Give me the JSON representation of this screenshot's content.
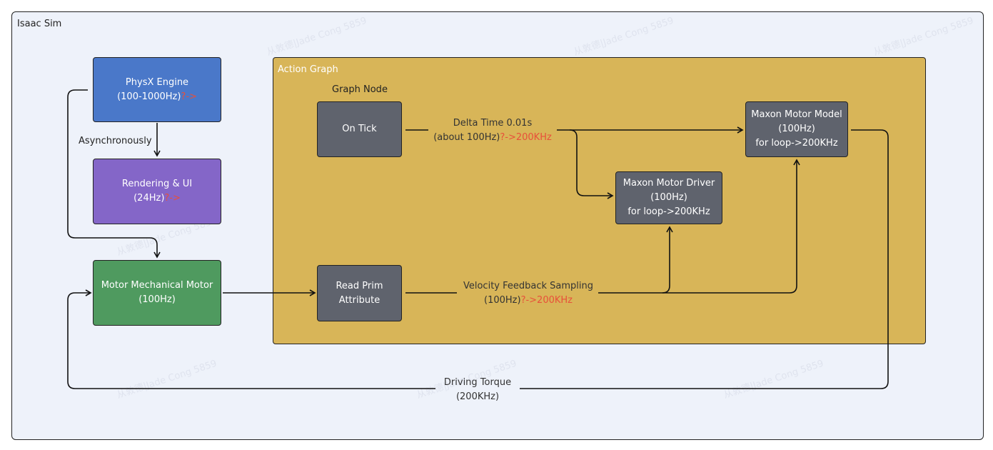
{
  "container": {
    "title": "Isaac Sim"
  },
  "action_graph": {
    "title": "Action Graph",
    "graph_node_label": "Graph Node"
  },
  "nodes": {
    "physx": {
      "line1": "PhysX Engine",
      "line2": "(100-1000Hz)",
      "suffix": "?->",
      "color": "#4a78c9"
    },
    "rendering": {
      "line1": "Rendering & UI",
      "line2": "(24Hz)",
      "suffix": "?->",
      "color": "#8466c8"
    },
    "motor": {
      "line1": "Motor Mechanical Motor",
      "line2": "(100Hz)",
      "color": "#4f9a5f"
    },
    "on_tick": {
      "line1": "On Tick"
    },
    "read_prim": {
      "line1": "Read Prim",
      "line2": "Attribute"
    },
    "driver": {
      "line1": "Maxon Motor Driver",
      "line2": "(100Hz)",
      "line3": "for loop->200KHz"
    },
    "model": {
      "line1": "Maxon Motor Model",
      "line2": "(100Hz)",
      "line3": "for loop->200KHz"
    }
  },
  "edges": {
    "async": {
      "label": "Asynchronously"
    },
    "delta": {
      "line1": "Delta Time 0.01s",
      "line2": "(about 100Hz)",
      "suffix": "?->200KHz"
    },
    "velocity": {
      "line1": "Velocity Feedback Sampling",
      "line2": "(100Hz)",
      "suffix": "?->200KHz"
    },
    "torque": {
      "line1": "Driving Torque",
      "line2": "(200KHz)"
    }
  },
  "colors": {
    "action_graph": "#d8b558",
    "node_gray": "#5f636d",
    "accent_red": "#e8503a",
    "background": "#eef2fa"
  },
  "watermark": "从敦德|Jade Cong 5859"
}
